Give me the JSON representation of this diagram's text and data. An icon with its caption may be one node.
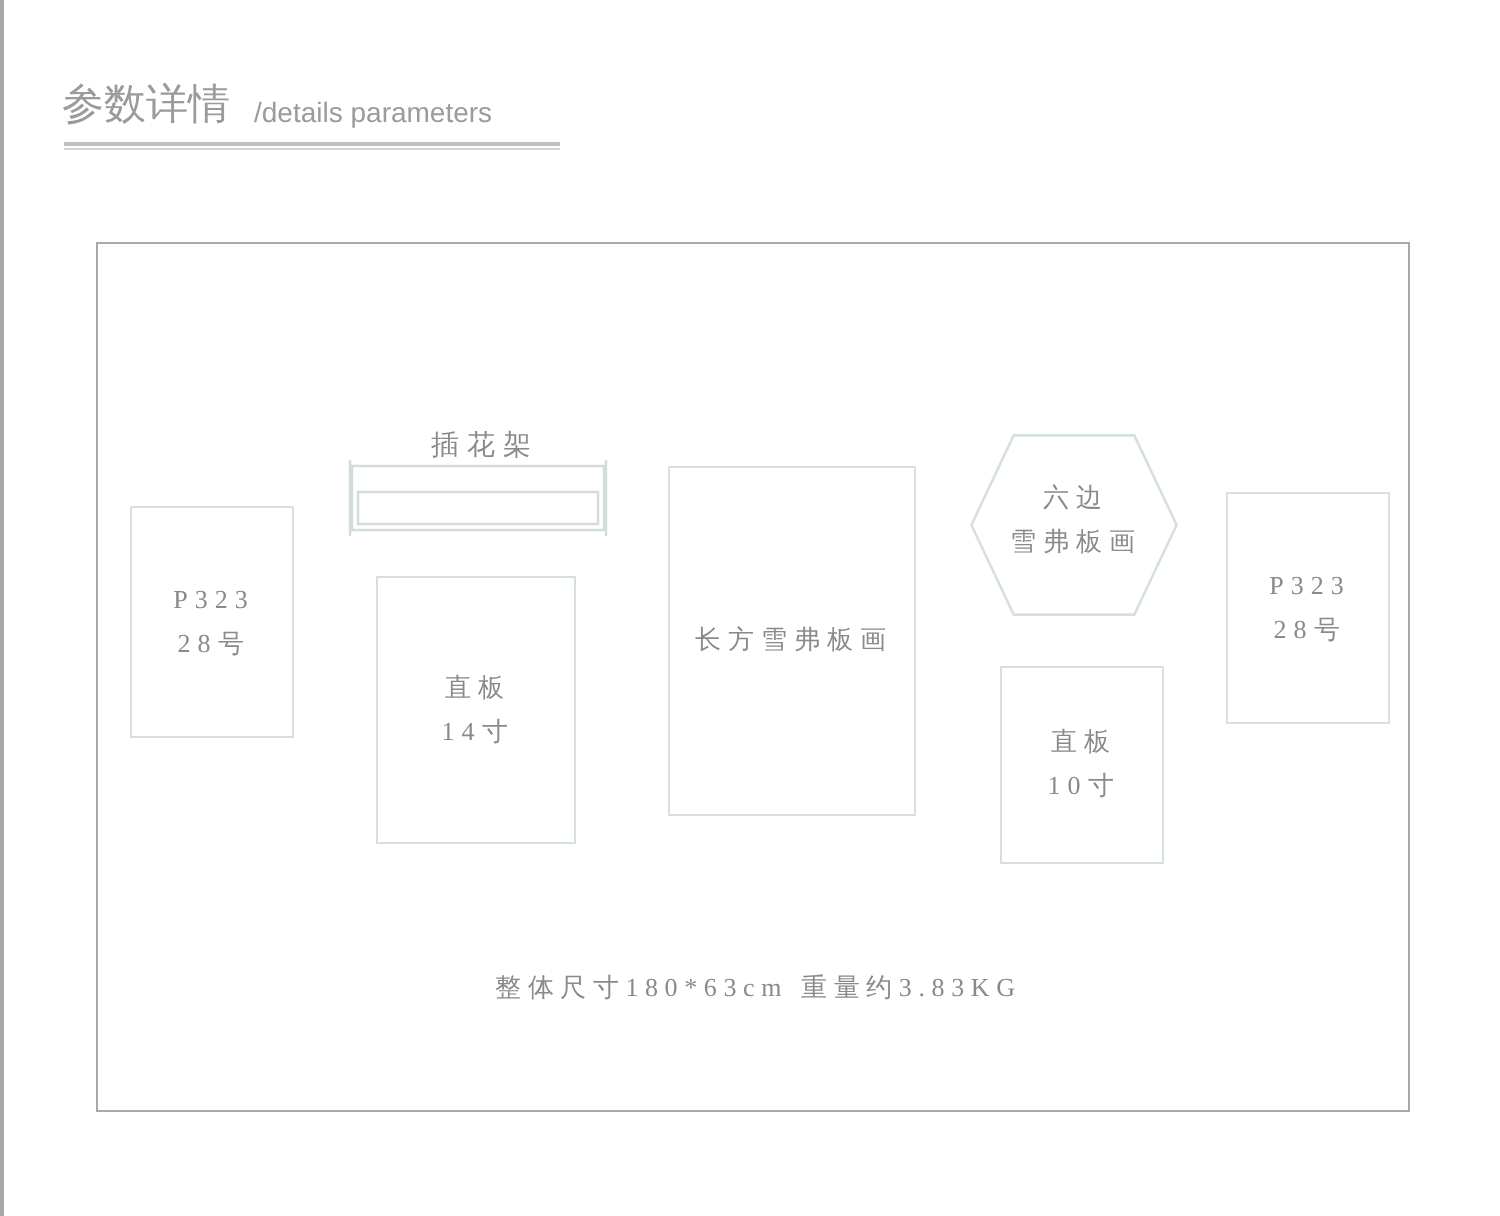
{
  "diagram": {
    "title": "参数详情",
    "nodes": [
      {
        "text": [
          "整体尺寸180*63cm 重量约3.83KG"
        ]
      },
      {
        "text": [
          "P323 28号"
        ],
        "in": 0
      },
      {
        "text": [
          "插花架"
        ],
        "in": 0
      },
      {
        "text": [
          "直板 14寸"
        ],
        "in": 0
      },
      {
        "text": [
          "长方雪弗板画"
        ],
        "in": 0
      },
      {
        "text": [
          "六边雪弗板画"
        ],
        "in": 0
      },
      {
        "text": [
          "直板 10寸"
        ],
        "in": 0
      },
      {
        "text": [
          "P323 28号"
        ],
        "in": 0
      }
    ],
    "labels": [
      "/details parameters"
    ]
  }
}
